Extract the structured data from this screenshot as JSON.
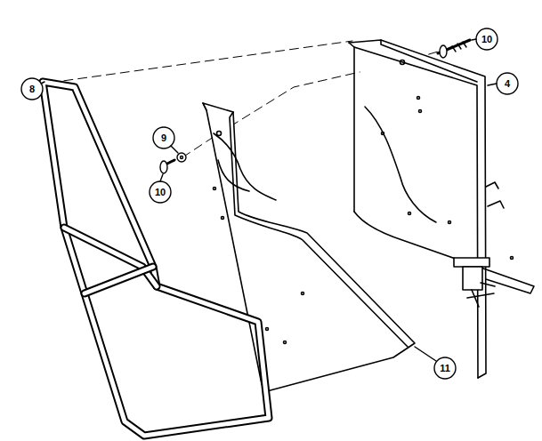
{
  "diagram": {
    "labels": [
      "10",
      "4",
      "8",
      "9",
      "10",
      "11"
    ]
  }
}
